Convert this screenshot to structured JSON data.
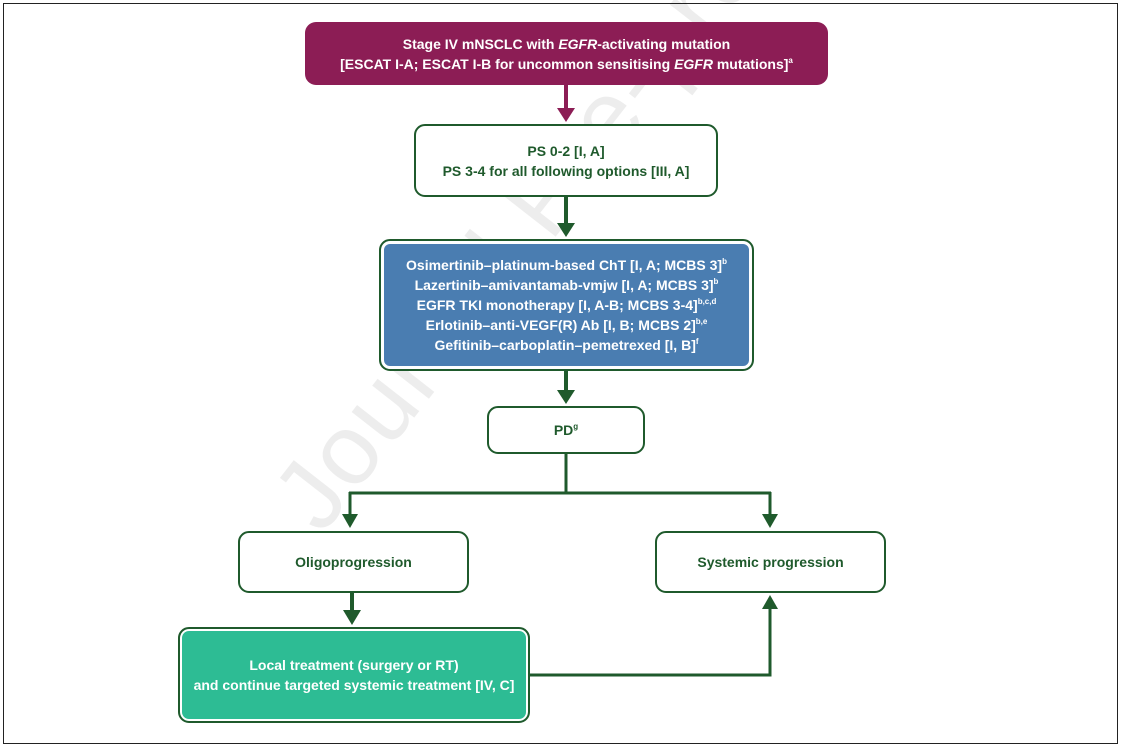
{
  "colors": {
    "top_box": "#8c1d55",
    "treatment_box": "#4a7db1",
    "local_box": "#2dbc94",
    "outline_green": "#1f5a2c",
    "arrow_magenta": "#8c1d55"
  },
  "watermark": "Journal Pre-proof",
  "top": {
    "line1_pre": "Stage IV mNSCLC with ",
    "line1_gene": "EGFR",
    "line1_post": "-activating mutation",
    "line2_pre": "[ESCAT I-A; ESCAT I-B for uncommon sensitising ",
    "line2_gene": "EGFR",
    "line2_post": " mutations]",
    "line2_sup": "a"
  },
  "ps": {
    "line1": "PS 0-2 [I, A]",
    "line2": "PS 3-4 for all following options [III, A]"
  },
  "treatments": [
    {
      "text": "Osimertinib–platinum-based ChT [I, A; MCBS 3]",
      "sup": "b"
    },
    {
      "text": "Lazertinib–amivantamab-vmjw [I, A; MCBS 3]",
      "sup": "b"
    },
    {
      "text": "EGFR TKI monotherapy [I, A-B; MCBS 3-4]",
      "sup": "b,c,d"
    },
    {
      "text": "Erlotinib–anti-VEGF(R) Ab [I, B; MCBS 2]",
      "sup": "b,e"
    },
    {
      "text": "Gefitinib–carboplatin–pemetrexed [I, B]",
      "sup": "f"
    }
  ],
  "pd": {
    "text": "PD",
    "sup": "g"
  },
  "oligo": {
    "text": "Oligoprogression"
  },
  "systemic": {
    "text": "Systemic progression"
  },
  "local": {
    "line1": "Local treatment (surgery or RT)",
    "line2": "and continue targeted systemic treatment [IV, C]"
  }
}
